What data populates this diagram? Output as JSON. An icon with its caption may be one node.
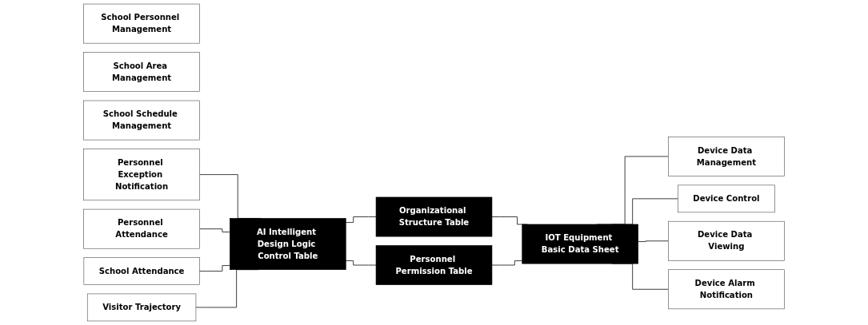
{
  "diagram": {
    "nodes": [
      {
        "text": [
          "School Personnel Management"
        ]
      },
      {
        "text": [
          "School Area Management"
        ]
      },
      {
        "text": [
          "School Schedule Management"
        ]
      },
      {
        "text": [
          "Personnel Exception Notification"
        ]
      },
      {
        "text": [
          "Device Data Management"
        ]
      },
      {
        "text": [
          "Organizational Structure Table"
        ]
      },
      {
        "text": [
          "Personnel Attendance"
        ]
      },
      {
        "text": [
          "Device Control"
        ]
      },
      {
        "text": [
          "AI Intelligent Design Logic Control Table"
        ]
      },
      {
        "text": [
          "IOT Equipment Basic Data Sheet"
        ]
      },
      {
        "text": [
          "School Attendance"
        ]
      },
      {
        "text": [
          "Device Data Viewing"
        ]
      },
      {
        "text": [
          "Personnel Permission Table"
        ]
      },
      {
        "text": [
          "Visitor Trajectory"
        ]
      },
      {
        "text": [
          "Device Alarm Notification"
        ]
      }
    ],
    "edges": [
      {
        "from": 3,
        "to": 8,
        "arrow": "none"
      },
      {
        "from": 6,
        "to": 8,
        "arrow": "none"
      },
      {
        "from": 10,
        "to": 8,
        "arrow": "none"
      },
      {
        "from": 13,
        "to": 8,
        "arrow": "none"
      },
      {
        "from": 8,
        "to": 5,
        "arrow": "none"
      },
      {
        "from": 5,
        "to": 9,
        "arrow": "none"
      },
      {
        "from": 8,
        "to": 12,
        "arrow": "none"
      },
      {
        "from": 12,
        "to": 9,
        "arrow": "none"
      },
      {
        "from": 9,
        "to": 4,
        "arrow": "none"
      },
      {
        "from": 9,
        "to": 7,
        "arrow": "none"
      },
      {
        "from": 9,
        "to": 11,
        "arrow": "none"
      },
      {
        "from": 9,
        "to": 14,
        "arrow": "none"
      }
    ]
  }
}
